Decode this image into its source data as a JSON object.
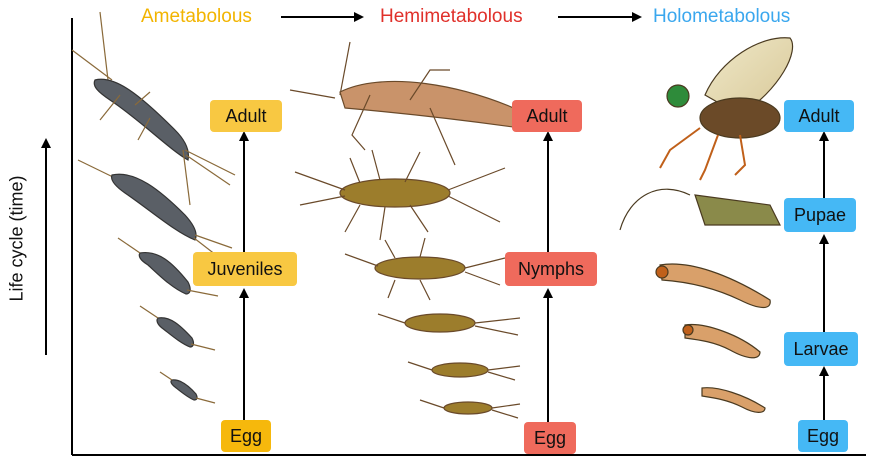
{
  "axis": {
    "y_label": "Life cycle (time)"
  },
  "headers": [
    {
      "key": "ametabolous",
      "text": "Ametabolous",
      "color": "#f2b400"
    },
    {
      "key": "hemimetabolous",
      "text": "Hemimetabolous",
      "color": "#e0302a"
    },
    {
      "key": "holometabolous",
      "text": "Holometabolous",
      "color": "#3aa7ee"
    }
  ],
  "columns": {
    "ametabolous": {
      "stages": [
        "Adult",
        "Juveniles",
        "Egg"
      ],
      "box_color": "#f8c842",
      "egg_color": "#f6b80c"
    },
    "hemimetabolous": {
      "stages": [
        "Adult",
        "Nymphs",
        "Egg"
      ],
      "box_color": "#ef6a5c"
    },
    "holometabolous": {
      "stages": [
        "Adult",
        "Pupae",
        "Larvae",
        "Egg"
      ],
      "box_color": "#45b8f5"
    }
  },
  "illustrations": [
    "silverfish-adult",
    "silverfish-juvenile",
    "stonefly-adult",
    "stonefly-nymph",
    "fly-adult",
    "fly-pupa",
    "fly-larva"
  ]
}
